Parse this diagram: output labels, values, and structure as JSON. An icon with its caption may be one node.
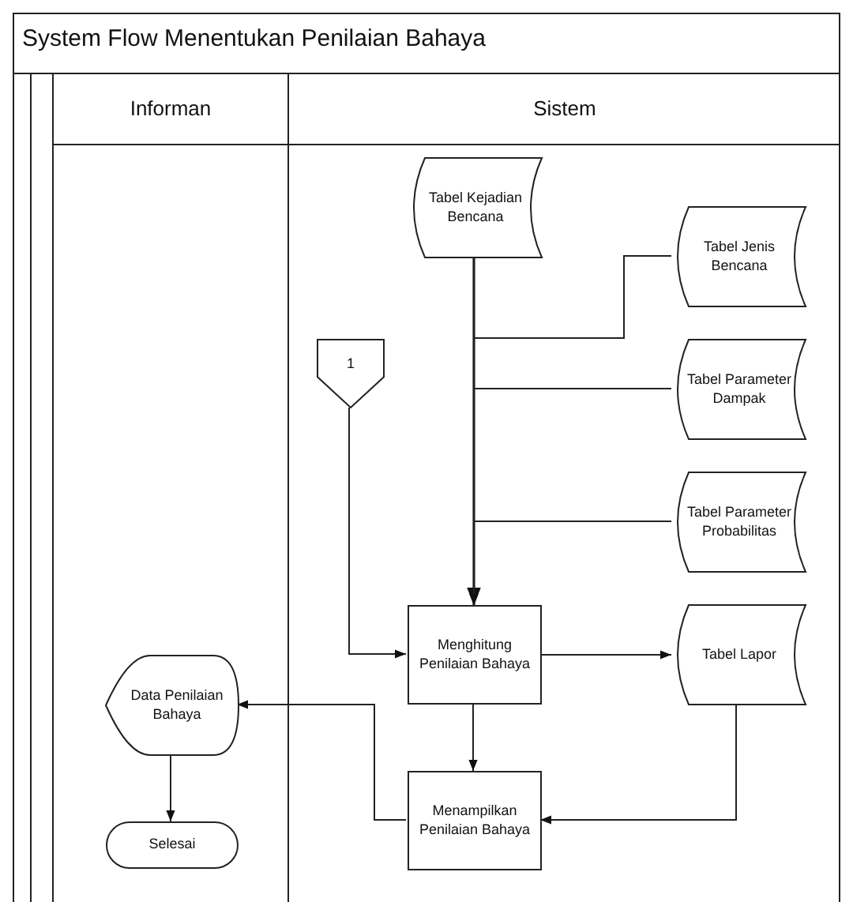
{
  "diagram": {
    "title": "System Flow Menentukan Penilaian Bahaya",
    "nodes": [
      {
        "text": [
          "Informan"
        ]
      },
      {
        "text": [
          "Sistem"
        ]
      },
      {
        "text": [
          "Tabel Kejadian Bencana"
        ],
        "in": 1
      },
      {
        "text": [
          "Tabel Jenis Bencana"
        ],
        "in": 1
      },
      {
        "text": [
          "Tabel Parameter Dampak"
        ],
        "in": 1
      },
      {
        "text": [
          "Tabel Parameter Probabilitas"
        ],
        "in": 1
      },
      {
        "text": [
          "1"
        ],
        "in": 1
      },
      {
        "text": [
          "Menghitung Penilaian Bahaya"
        ],
        "in": 1
      },
      {
        "text": [
          "Tabel Lapor"
        ],
        "in": 1
      },
      {
        "text": [
          "Data Penilaian Bahaya"
        ],
        "in": 0
      },
      {
        "text": [
          "Menampilkan Penilaian Bahaya"
        ],
        "in": 1
      },
      {
        "text": [
          "Selesai"
        ],
        "in": 0
      }
    ],
    "edges": [
      {
        "from": 2,
        "to": 7,
        "arrow": "to"
      },
      {
        "from": 3,
        "to": 7,
        "arrow": "to"
      },
      {
        "from": 4,
        "to": 7,
        "arrow": "to"
      },
      {
        "from": 5,
        "to": 7,
        "arrow": "to"
      },
      {
        "from": 6,
        "to": 7,
        "arrow": "to"
      },
      {
        "from": 7,
        "to": 8,
        "arrow": "to"
      },
      {
        "from": 7,
        "to": 10,
        "arrow": "to"
      },
      {
        "from": 8,
        "to": 10,
        "arrow": "to"
      },
      {
        "from": 10,
        "to": 9,
        "arrow": "to"
      },
      {
        "from": 9,
        "to": 11,
        "arrow": "to"
      }
    ]
  }
}
